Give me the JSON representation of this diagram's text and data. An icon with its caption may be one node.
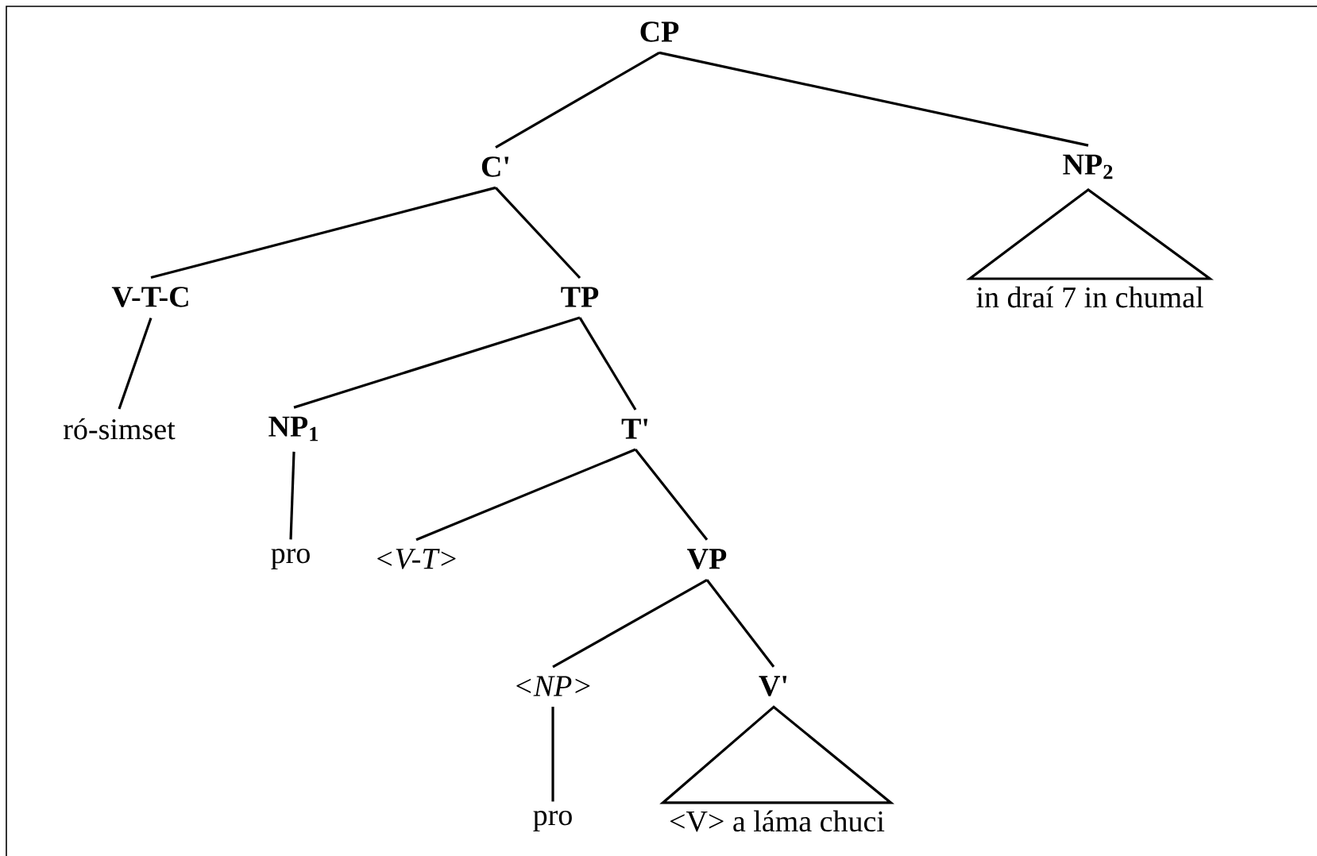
{
  "diagram": {
    "nodes": [
      {
        "text": [
          "CP"
        ]
      },
      {
        "text": [
          "C'"
        ]
      },
      {
        "text": [
          "NP$_{2}$"
        ]
      },
      {
        "text": [
          "V-T-C"
        ]
      },
      {
        "text": [
          "TP"
        ]
      },
      {
        "text": [
          "in draí 7 in chumal"
        ]
      },
      {
        "text": [
          "ró-simset"
        ]
      },
      {
        "text": [
          "NP$_{1}$"
        ]
      },
      {
        "text": [
          "T'"
        ]
      },
      {
        "text": [
          "pro"
        ]
      },
      {
        "text": [
          "<V-T>"
        ]
      },
      {
        "text": [
          "VP"
        ]
      },
      {
        "text": [
          "<NP>"
        ]
      },
      {
        "text": [
          "V'"
        ]
      },
      {
        "text": [
          "pro"
        ]
      },
      {
        "text": [
          "<V> a láma chuci"
        ]
      }
    ],
    "edges": [
      {
        "from": 0,
        "to": 1,
        "arrow": "none"
      },
      {
        "from": 0,
        "to": 2,
        "arrow": "none"
      },
      {
        "from": 1,
        "to": 3,
        "arrow": "none"
      },
      {
        "from": 1,
        "to": 4,
        "arrow": "none"
      },
      {
        "from": 2,
        "to": 5,
        "arrow": "none"
      },
      {
        "from": 3,
        "to": 6,
        "arrow": "none"
      },
      {
        "from": 4,
        "to": 7,
        "arrow": "none"
      },
      {
        "from": 4,
        "to": 8,
        "arrow": "none"
      },
      {
        "from": 7,
        "to": 9,
        "arrow": "none"
      },
      {
        "from": 8,
        "to": 10,
        "arrow": "none"
      },
      {
        "from": 8,
        "to": 11,
        "arrow": "none"
      },
      {
        "from": 11,
        "to": 12,
        "arrow": "none"
      },
      {
        "from": 11,
        "to": 13,
        "arrow": "none"
      },
      {
        "from": 12,
        "to": 14,
        "arrow": "none"
      },
      {
        "from": 13,
        "to": 15,
        "arrow": "none"
      }
    ]
  }
}
